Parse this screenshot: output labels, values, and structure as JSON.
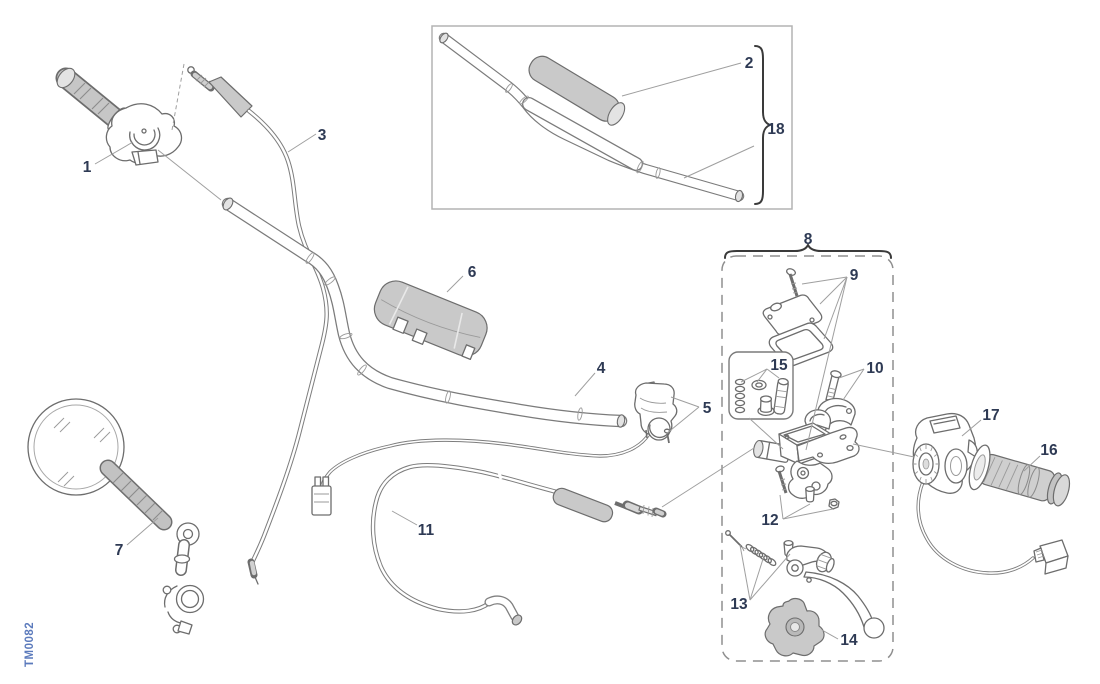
{
  "diagram": {
    "type": "exploded-parts-diagram",
    "subject": "handlebar-controls",
    "code": "TM0082",
    "colors": {
      "background": "#ffffff",
      "part_line": "#6d6d6d",
      "part_fill_gray": "#c9c9c9",
      "leader_line": "#9f9f9f",
      "label_text": "#2e3a54",
      "code_text": "#5b7abc",
      "brace": "#3a3a3a",
      "dashed_box": "#8f8f8f"
    },
    "labels": {
      "p1": "1",
      "p2": "2",
      "p3": "3",
      "p4": "4",
      "p5": "5",
      "p6": "6",
      "p7": "7",
      "p8": "8",
      "p9": "9",
      "p10": "10",
      "p11": "11",
      "p12": "12",
      "p13": "13",
      "p14": "14",
      "p15": "15",
      "p16": "16",
      "p17": "17",
      "p18": "18"
    }
  }
}
